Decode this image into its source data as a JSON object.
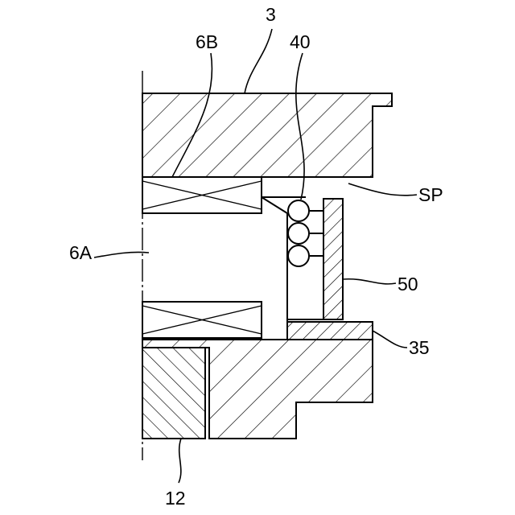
{
  "labels": {
    "housing": "3",
    "bearing": "40",
    "seal_outer": "6B",
    "shaft": "6A",
    "space": "SP",
    "plate": "50",
    "ring": "35",
    "base": "12"
  },
  "colors": {
    "line": "#000000",
    "background": "#ffffff"
  }
}
